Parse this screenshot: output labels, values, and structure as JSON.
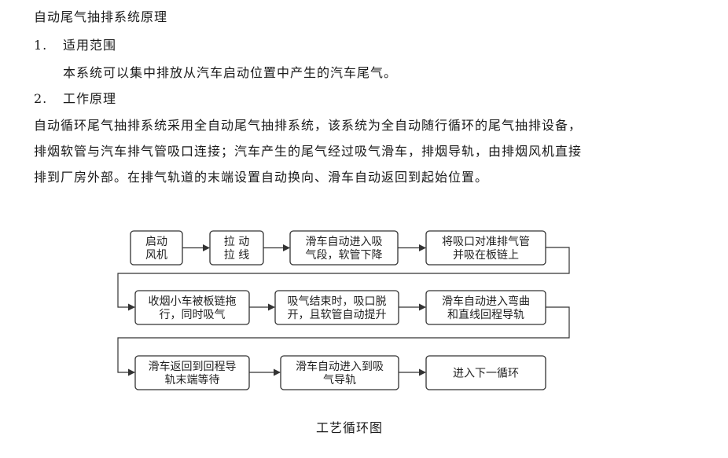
{
  "doc": {
    "title": "自动尾气抽排系统原理",
    "section1": {
      "num": "1.",
      "heading": "适用范围",
      "body": "本系统可以集中排放从汽车启动位置中产生的汽车尾气。"
    },
    "section2": {
      "num": "2.",
      "heading": "工作原理"
    },
    "para_lines": [
      "自动循环尾气抽排系统采用全自动尾气抽排系统，该系统为全自动随行循环的尾气抽排设备，",
      "排烟软管与汽车排气管吸口连接；汽车产生的尾气经过吸气滑车，排烟导轨，由排烟风机直接",
      "排到厂房外部。在排气轨道的末端设置自动换向、滑车自动返回到起始位置。"
    ]
  },
  "flow": {
    "steps": [
      {
        "lines": [
          "启动",
          "风机"
        ]
      },
      {
        "lines": [
          "拉   动",
          "拉   线"
        ]
      },
      {
        "lines": [
          "滑车自动进入吸",
          "气段，软管下降"
        ]
      },
      {
        "lines": [
          "将吸口对准排气管",
          "并吸在板链上"
        ]
      },
      {
        "lines": [
          "收烟小车被板链拖",
          "行，同时吸气"
        ]
      },
      {
        "lines": [
          "吸气结束时，吸口脱",
          "开，且软管自动提升"
        ]
      },
      {
        "lines": [
          "滑车自动进入弯曲",
          "和直线回程导轨"
        ]
      },
      {
        "lines": [
          "滑车返回到回程导",
          "轨末端等待"
        ]
      },
      {
        "lines": [
          "滑车自动进入到吸",
          "气导轨"
        ]
      },
      {
        "lines": [
          "进入下一循环"
        ]
      }
    ],
    "caption": "工艺循环图"
  }
}
